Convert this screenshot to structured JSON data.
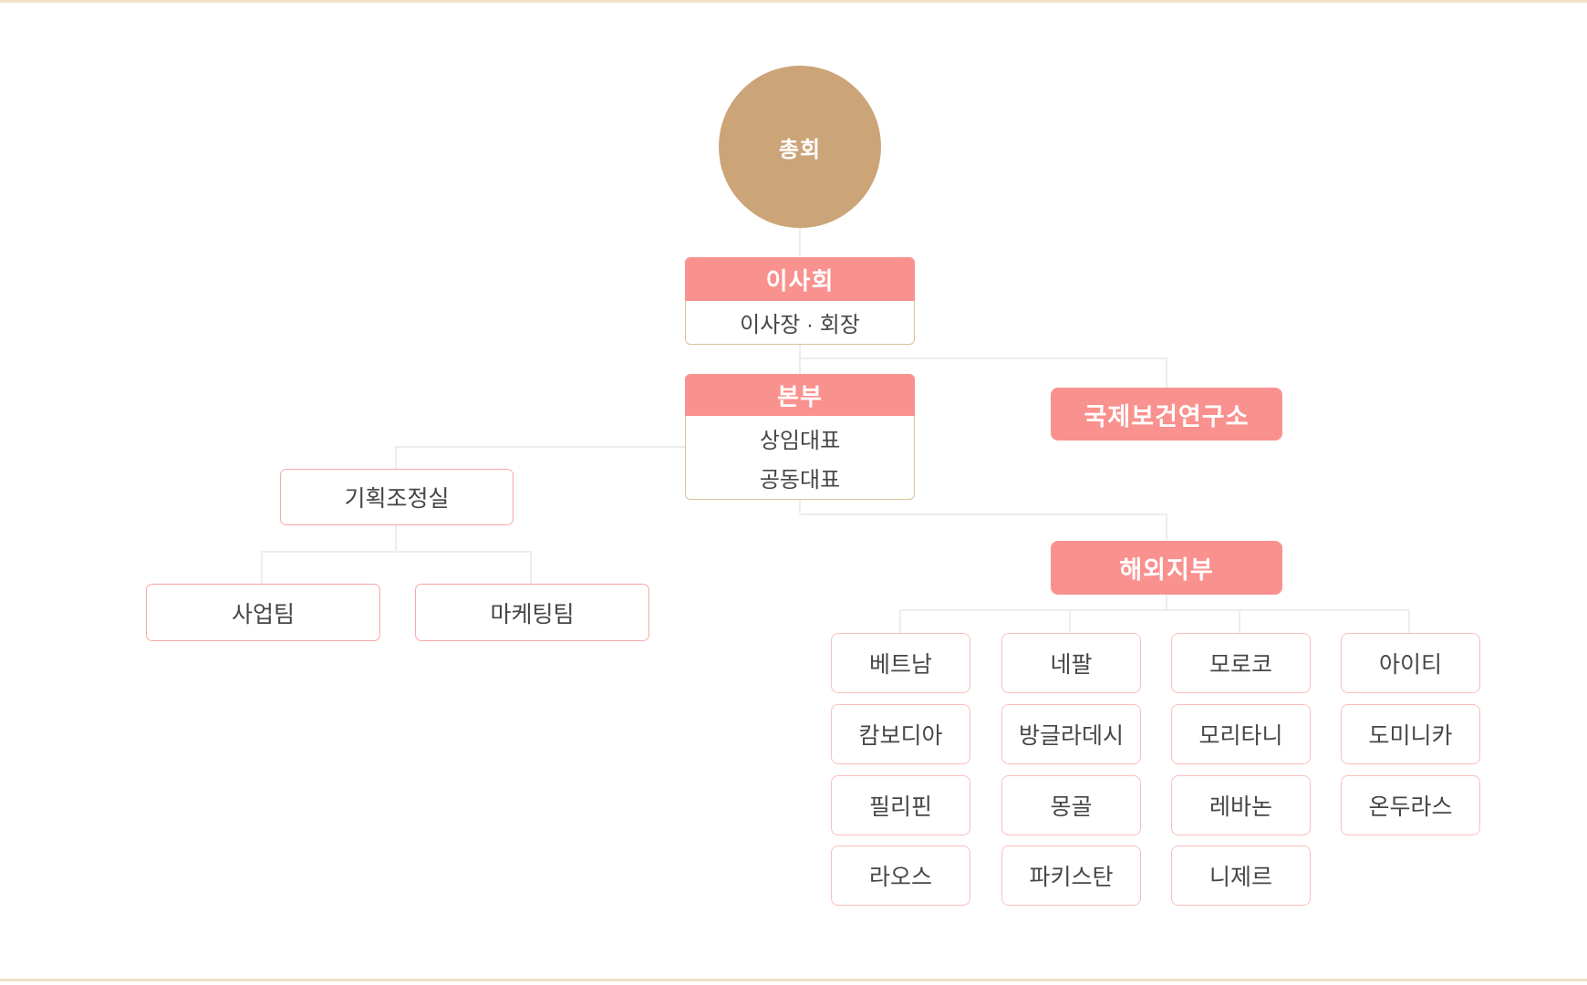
{
  "page": {
    "background_color": "#ffffff",
    "edge_border_color": "#efe2cb"
  },
  "colors": {
    "accent_pink": "#f9918e",
    "accent_tan": "#cba478",
    "tan_border": "#dbc39a",
    "pink_border_strong": "#f9a8a6",
    "pink_border_light": "#fbc0be",
    "text_dark": "#464646",
    "connector_gray": "#ededed"
  },
  "org_chart": {
    "root": {
      "label": "총회"
    },
    "board": {
      "title": "이사회",
      "subtitle": "이사장 · 회장"
    },
    "headquarters": {
      "title": "본부",
      "members": [
        "상임대표",
        "공동대표"
      ]
    },
    "research_institute": {
      "label": "국제보건연구소"
    },
    "planning_office": {
      "label": "기획조정실"
    },
    "teams": [
      {
        "label": "사업팀"
      },
      {
        "label": "마케팅팀"
      }
    ],
    "overseas_branches": {
      "label": "해외지부",
      "columns": [
        [
          "베트남",
          "캄보디아",
          "필리핀",
          "라오스"
        ],
        [
          "네팔",
          "방글라데시",
          "몽골",
          "파키스탄"
        ],
        [
          "모로코",
          "모리타니",
          "레바논",
          "니제르"
        ],
        [
          "아이티",
          "도미니카",
          "온두라스"
        ]
      ]
    }
  }
}
